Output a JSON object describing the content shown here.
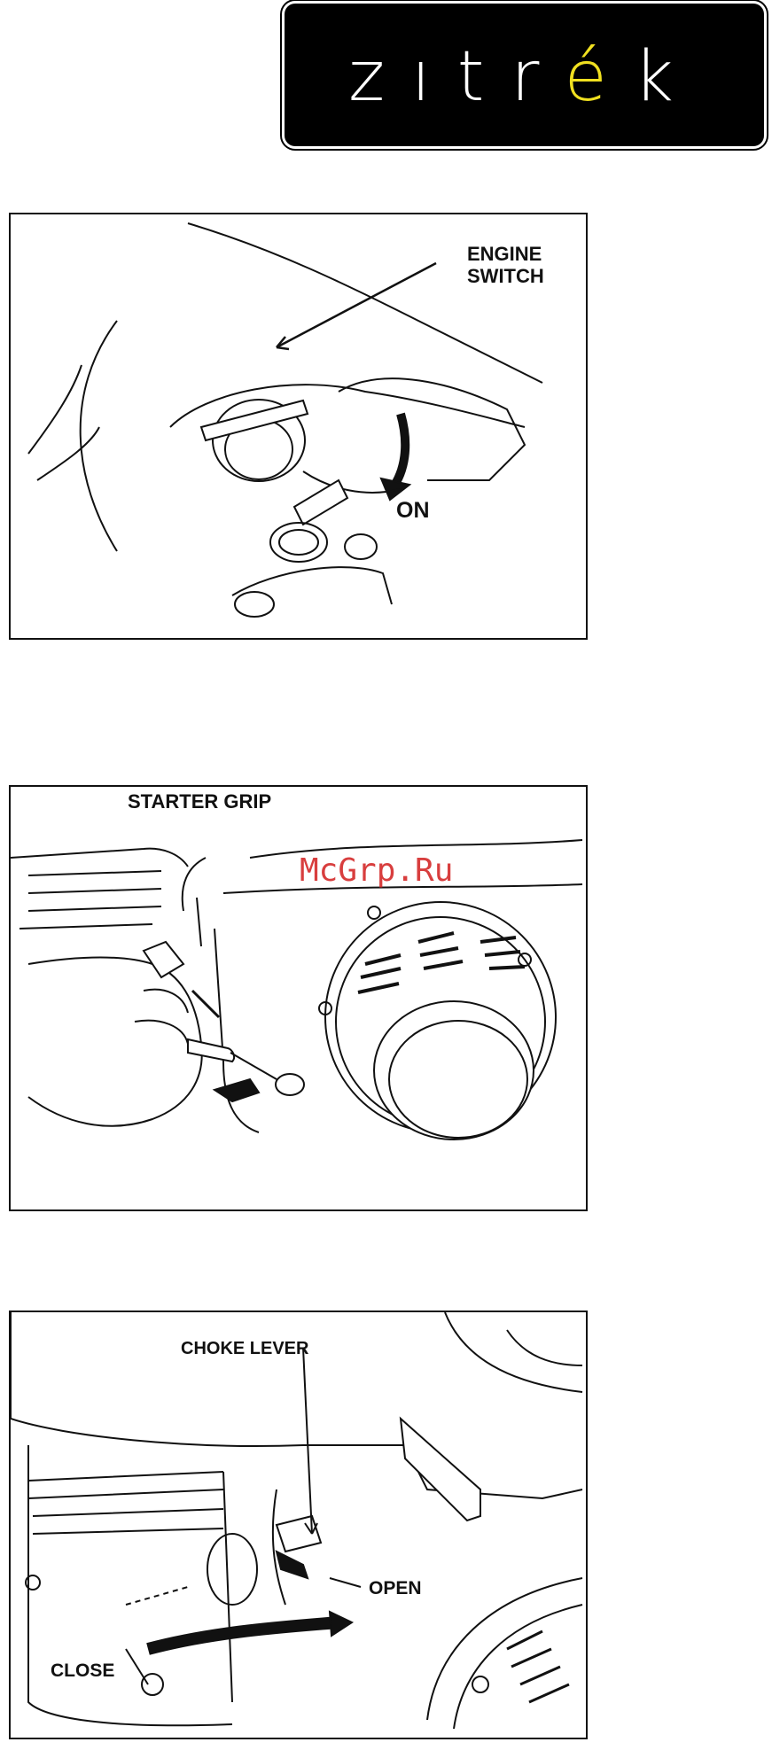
{
  "logo": {
    "prefix": "zıtr",
    "accent": "é",
    "suffix": "k",
    "accent_color": "#f0e020"
  },
  "figures": [
    {
      "labels": {
        "engine_switch": "ENGINE\nSWITCH",
        "on": "ON"
      }
    },
    {
      "labels": {
        "starter_grip": "STARTER GRIP"
      }
    },
    {
      "labels": {
        "choke_lever": "CHOKE LEVER",
        "open": "OPEN",
        "close": "CLOSE"
      }
    }
  ],
  "watermark": "McGrp.Ru"
}
